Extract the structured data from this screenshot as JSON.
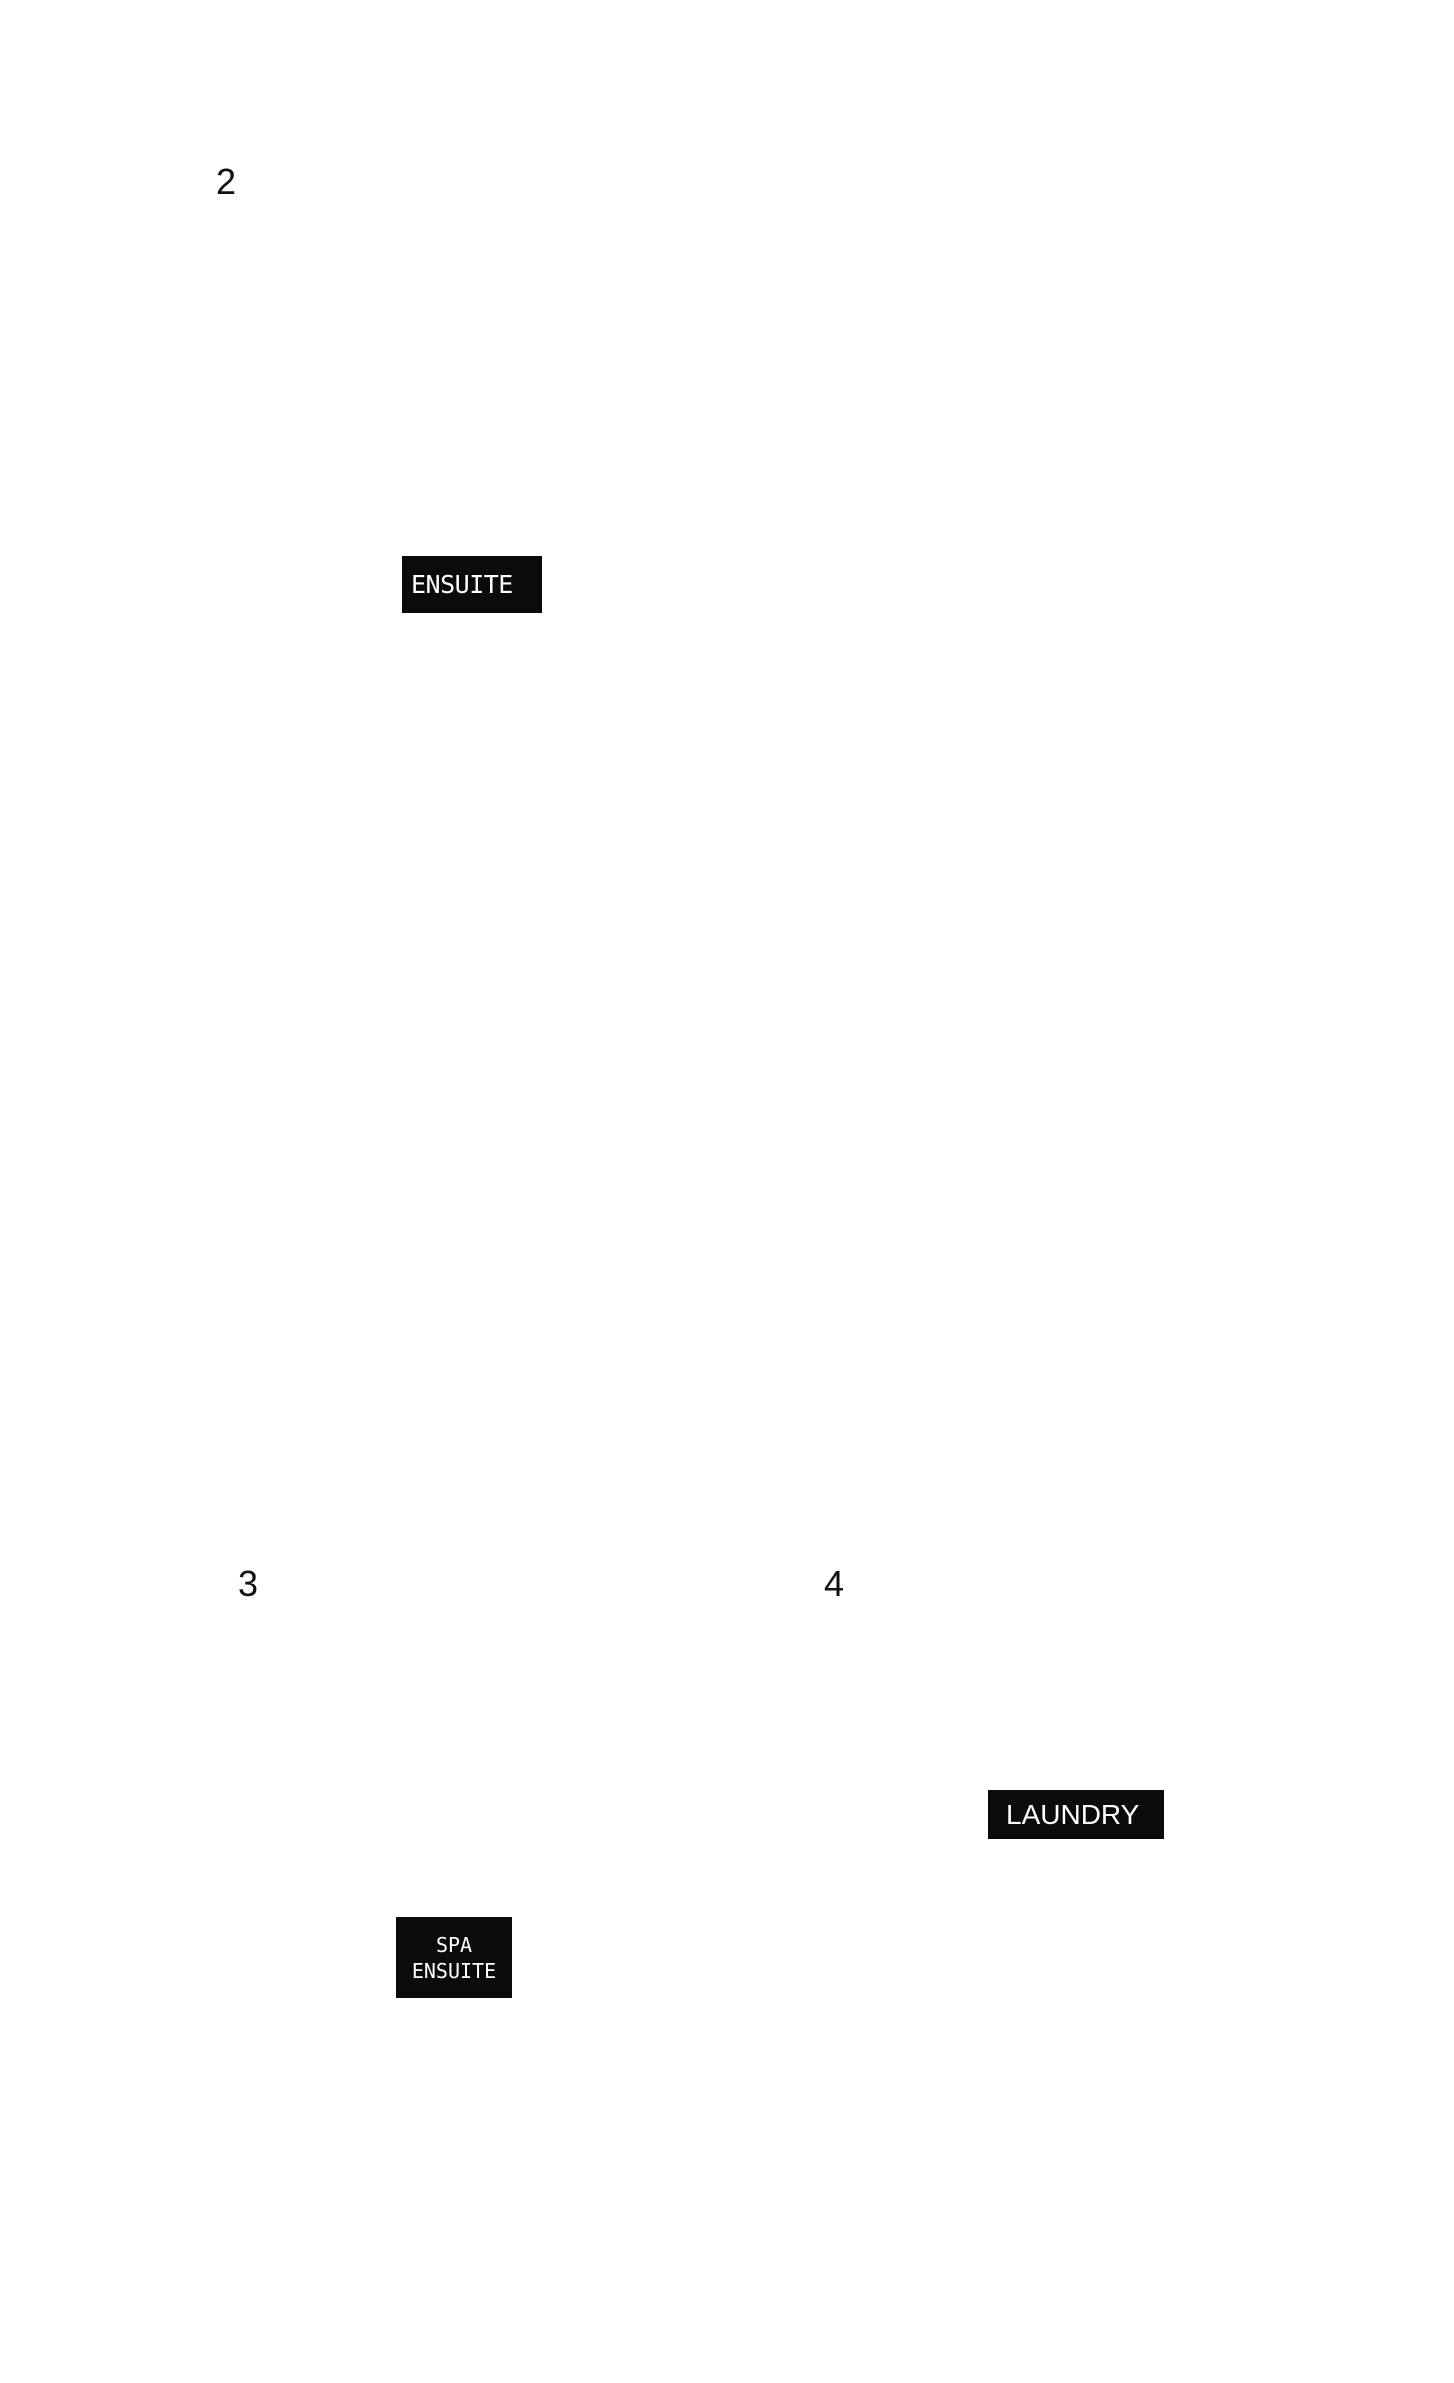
{
  "panels": [
    {
      "number": "2",
      "tag": {
        "lines": [
          "ENSUITE"
        ]
      }
    },
    {
      "number": "3",
      "tag": {
        "lines": [
          "SPA",
          "ENSUITE"
        ]
      }
    },
    {
      "number": "4",
      "tag": {
        "lines": [
          "LAUNDRY"
        ]
      }
    }
  ],
  "colors": {
    "background": "#ffffff",
    "tag_background": "#0b0b0b",
    "tag_text": "#ffffff",
    "number_text": "#111111"
  }
}
